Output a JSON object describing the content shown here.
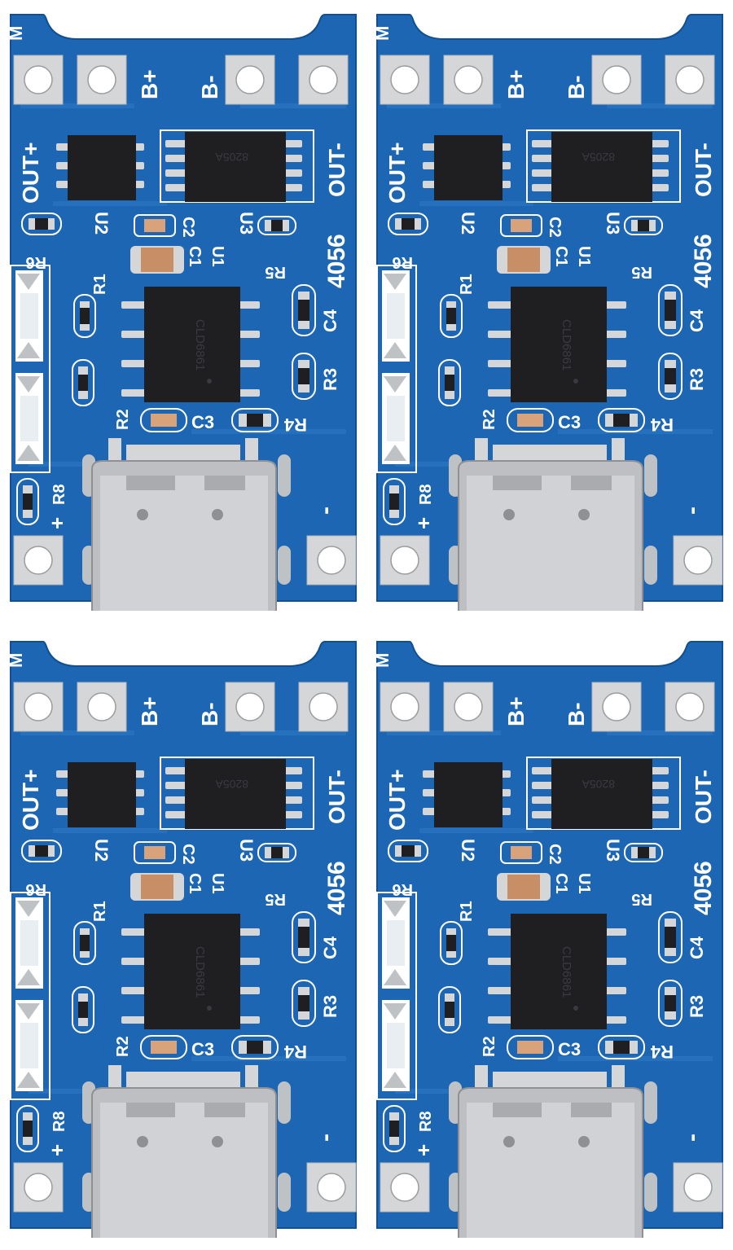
{
  "silkscreen": {
    "m": "M",
    "b_plus": "B+",
    "b_minus": "B-",
    "out_plus": "OUT+",
    "out_minus": "OUT-",
    "u2": "U2",
    "u3": "U3",
    "c2": "C2",
    "c1": "C1",
    "u1": "U1",
    "r1": "R1",
    "r2": "R2",
    "r3": "R3",
    "r4": "R4",
    "r5": "R5",
    "r6": "R6",
    "r8": "R8",
    "c3": "C3",
    "c4": "C4",
    "chip": "4056",
    "plus": "+",
    "minus": "-",
    "ic_marking_top": "8205A",
    "ic_marking_main": "CLD6861"
  },
  "colors": {
    "pcb_blue": "#1d66b3",
    "pcb_blue_dark": "#0f4f92",
    "pad_silver": "#d4d6d8",
    "chip_black": "#1f1f22",
    "silkscreen": "#ffffff",
    "usb_metal": "#bdbfc2"
  },
  "icons": {
    "usb_port": "usb-c-port-icon",
    "led": "led-icon"
  }
}
